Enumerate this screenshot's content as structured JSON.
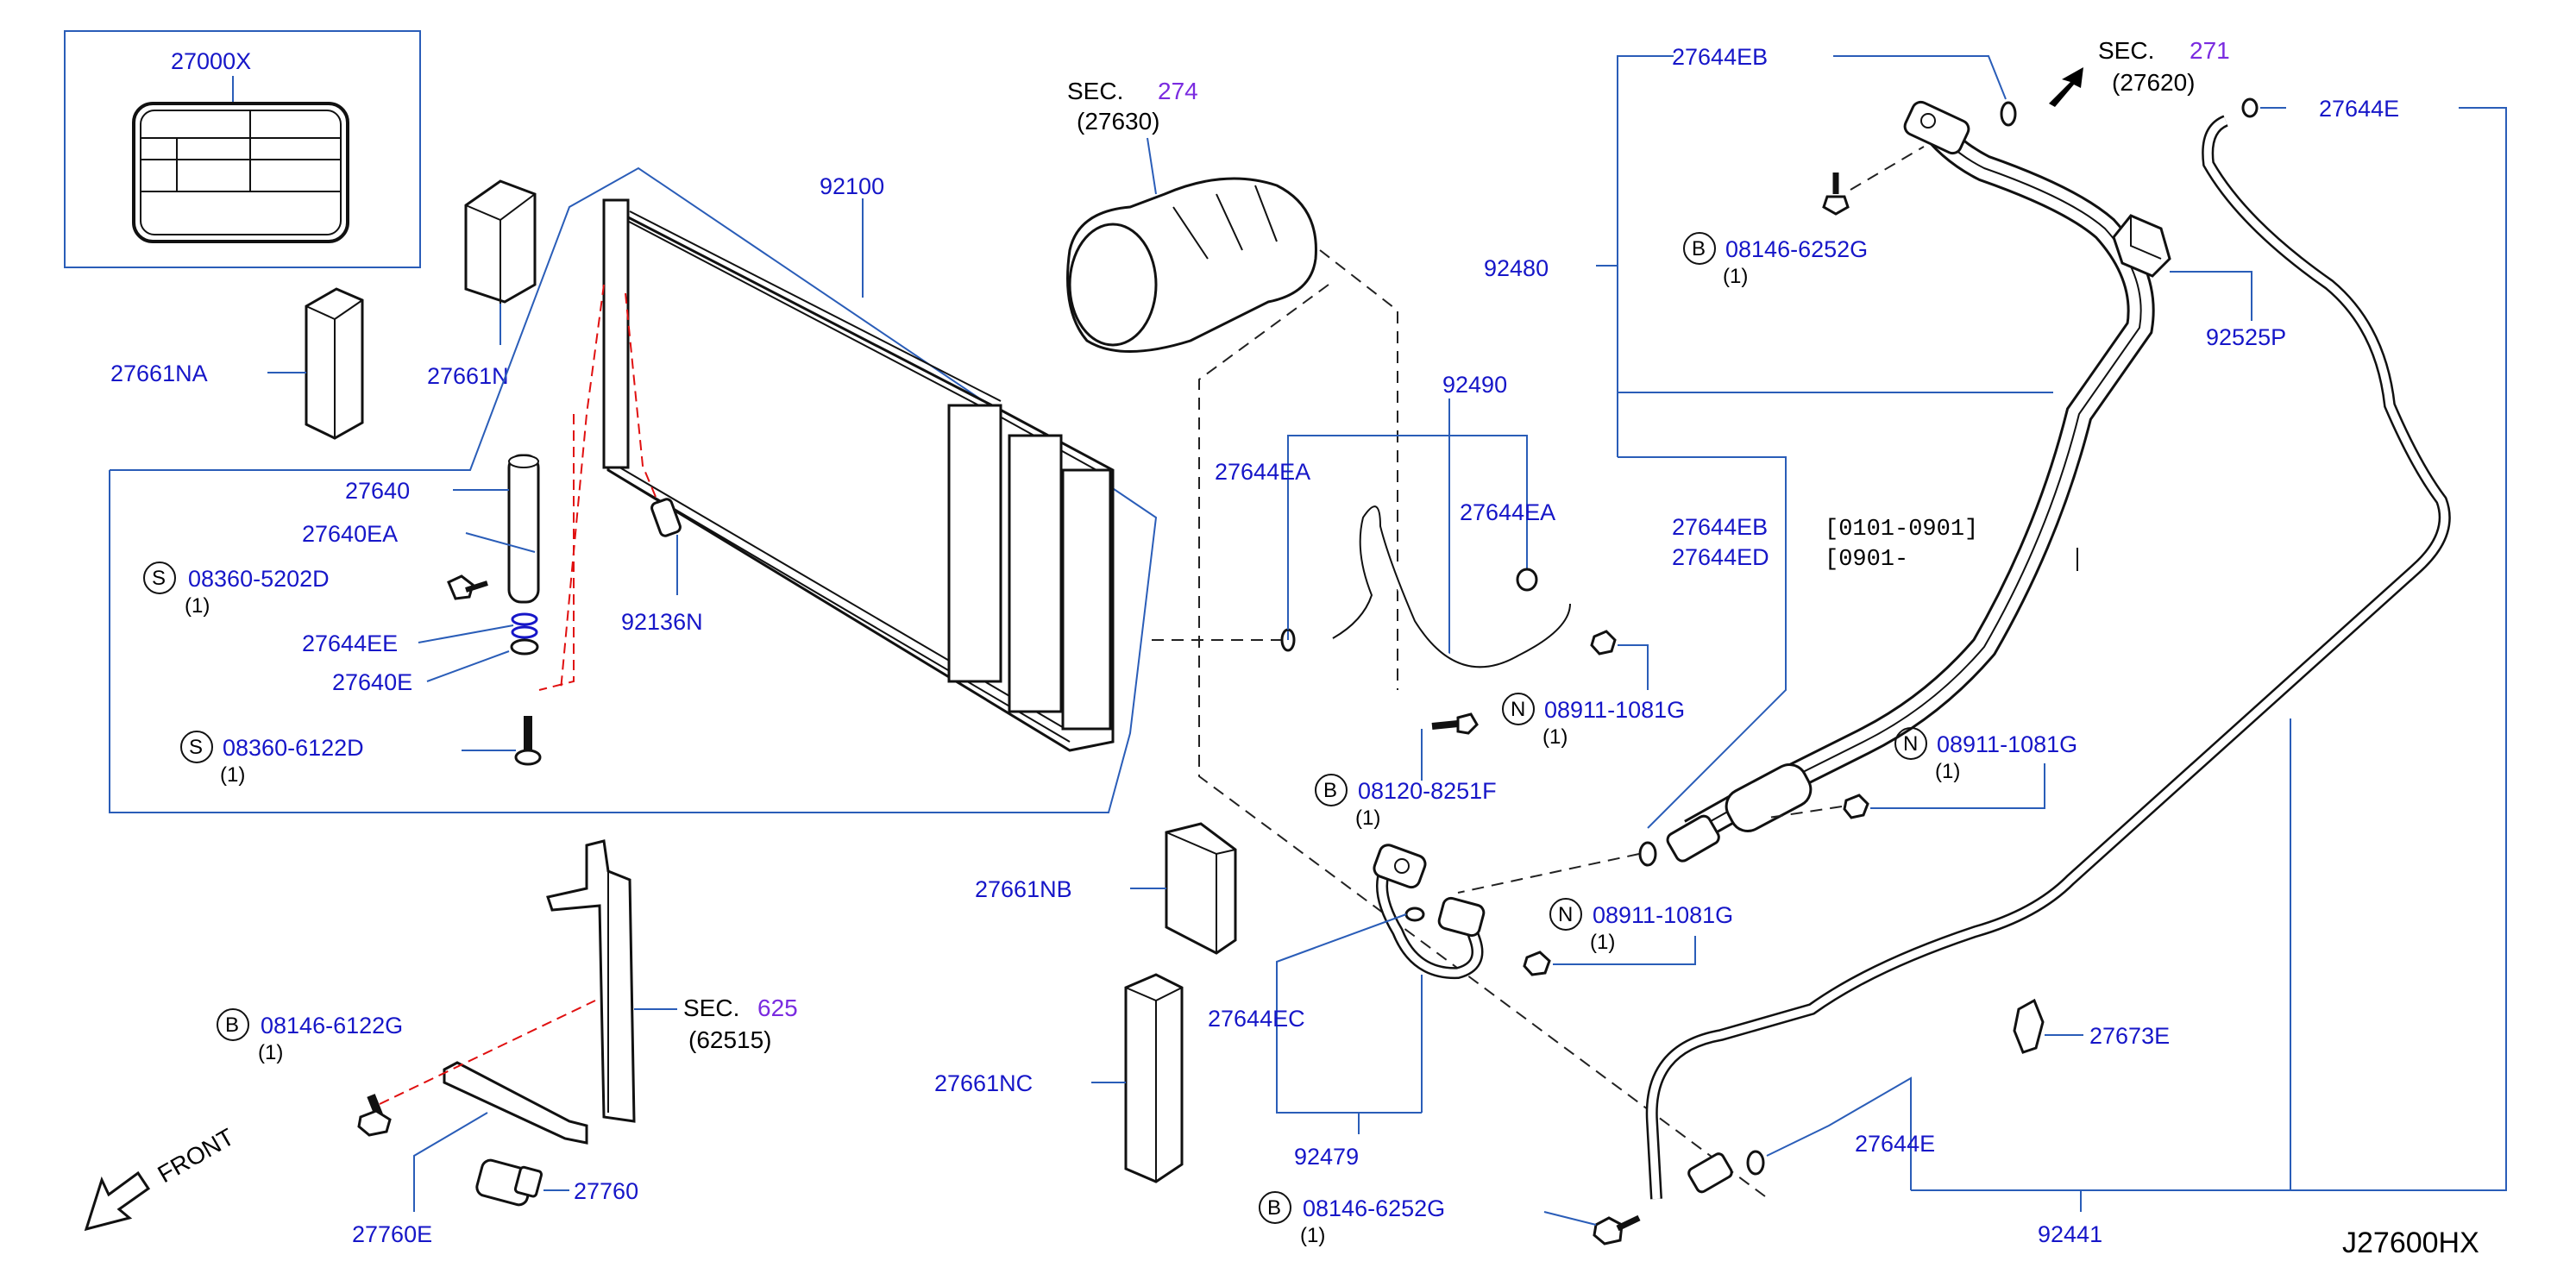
{
  "diagram_id": "J27600HX",
  "front_label": "FRONT",
  "sections": [
    {
      "prefix": "SEC.",
      "number": "274",
      "sub": "(27630)"
    },
    {
      "prefix": "SEC.",
      "number": "271",
      "sub": "(27620)"
    },
    {
      "prefix": "SEC.",
      "number": "625",
      "sub": "(62515)"
    }
  ],
  "parts": {
    "p27000X": "27000X",
    "p27661N": "27661N",
    "p27661NA": "27661NA",
    "p92100": "92100",
    "p27640": "27640",
    "p27640EA": "27640EA",
    "p27644EE": "27644EE",
    "p27640E": "27640E",
    "p92136N": "92136N",
    "p92490": "92490",
    "p27644EA_1": "27644EA",
    "p27644EA_2": "27644EA",
    "p92480": "92480",
    "p27644EB_top": "27644EB",
    "p27644EB": "27644EB",
    "p27644ED": "27644ED",
    "p27644E_top": "27644E",
    "p92525P": "92525P",
    "p27661NB": "27661NB",
    "p27661NC": "27661NC",
    "p27644EC": "27644EC",
    "p92479": "92479",
    "p27673E": "27673E",
    "p27644E": "27644E",
    "p92441": "92441",
    "p27760": "27760",
    "p27760E": "27760E"
  },
  "ranges": {
    "eb": "[0101-0901]",
    "ed": "[0901-"
  },
  "fasteners": [
    {
      "prefix": "S",
      "part": "08360-5202D",
      "qty": "(1)"
    },
    {
      "prefix": "S",
      "part": "08360-6122D",
      "qty": "(1)"
    },
    {
      "prefix": "B",
      "part": "08146-6252G",
      "qty": "(1)"
    },
    {
      "prefix": "N",
      "part": "08911-1081G",
      "qty": "(1)"
    },
    {
      "prefix": "B",
      "part": "08120-8251F",
      "qty": "(1)"
    },
    {
      "prefix": "N",
      "part": "08911-1081G",
      "qty": "(1)"
    },
    {
      "prefix": "N",
      "part": "08911-1081G",
      "qty": "(1)"
    },
    {
      "prefix": "B",
      "part": "08146-6122G",
      "qty": "(1)"
    },
    {
      "prefix": "B",
      "part": "08146-6252G",
      "qty": "(1)"
    }
  ],
  "colors": {
    "part_number": "#1616c8",
    "section_number": "#7a2be0",
    "leader": "#2a5db8",
    "hidden_line": "#e01010"
  }
}
